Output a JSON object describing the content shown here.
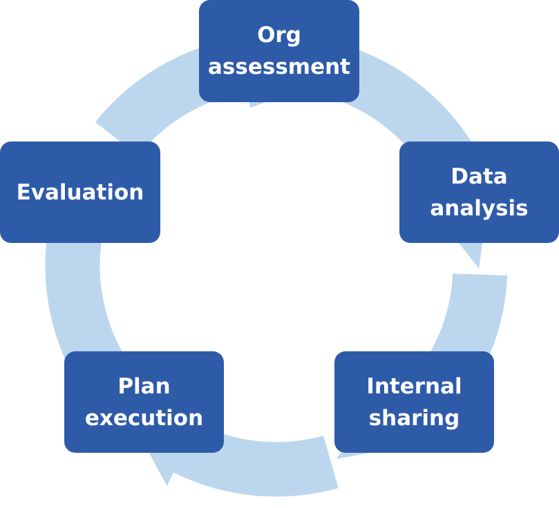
{
  "diagram": {
    "ring_color": "#bcd7ed",
    "arrow_outline_color": "#ffffff",
    "stage_color": "#2e5ba8",
    "stage_text_color": "#ffffff",
    "stages": [
      {
        "label": "Org\nassessment"
      },
      {
        "label": "Data\nanalysis"
      },
      {
        "label": "Internal\nsharing"
      },
      {
        "label": "Plan\nexecution"
      },
      {
        "label": "Evaluation"
      }
    ]
  }
}
